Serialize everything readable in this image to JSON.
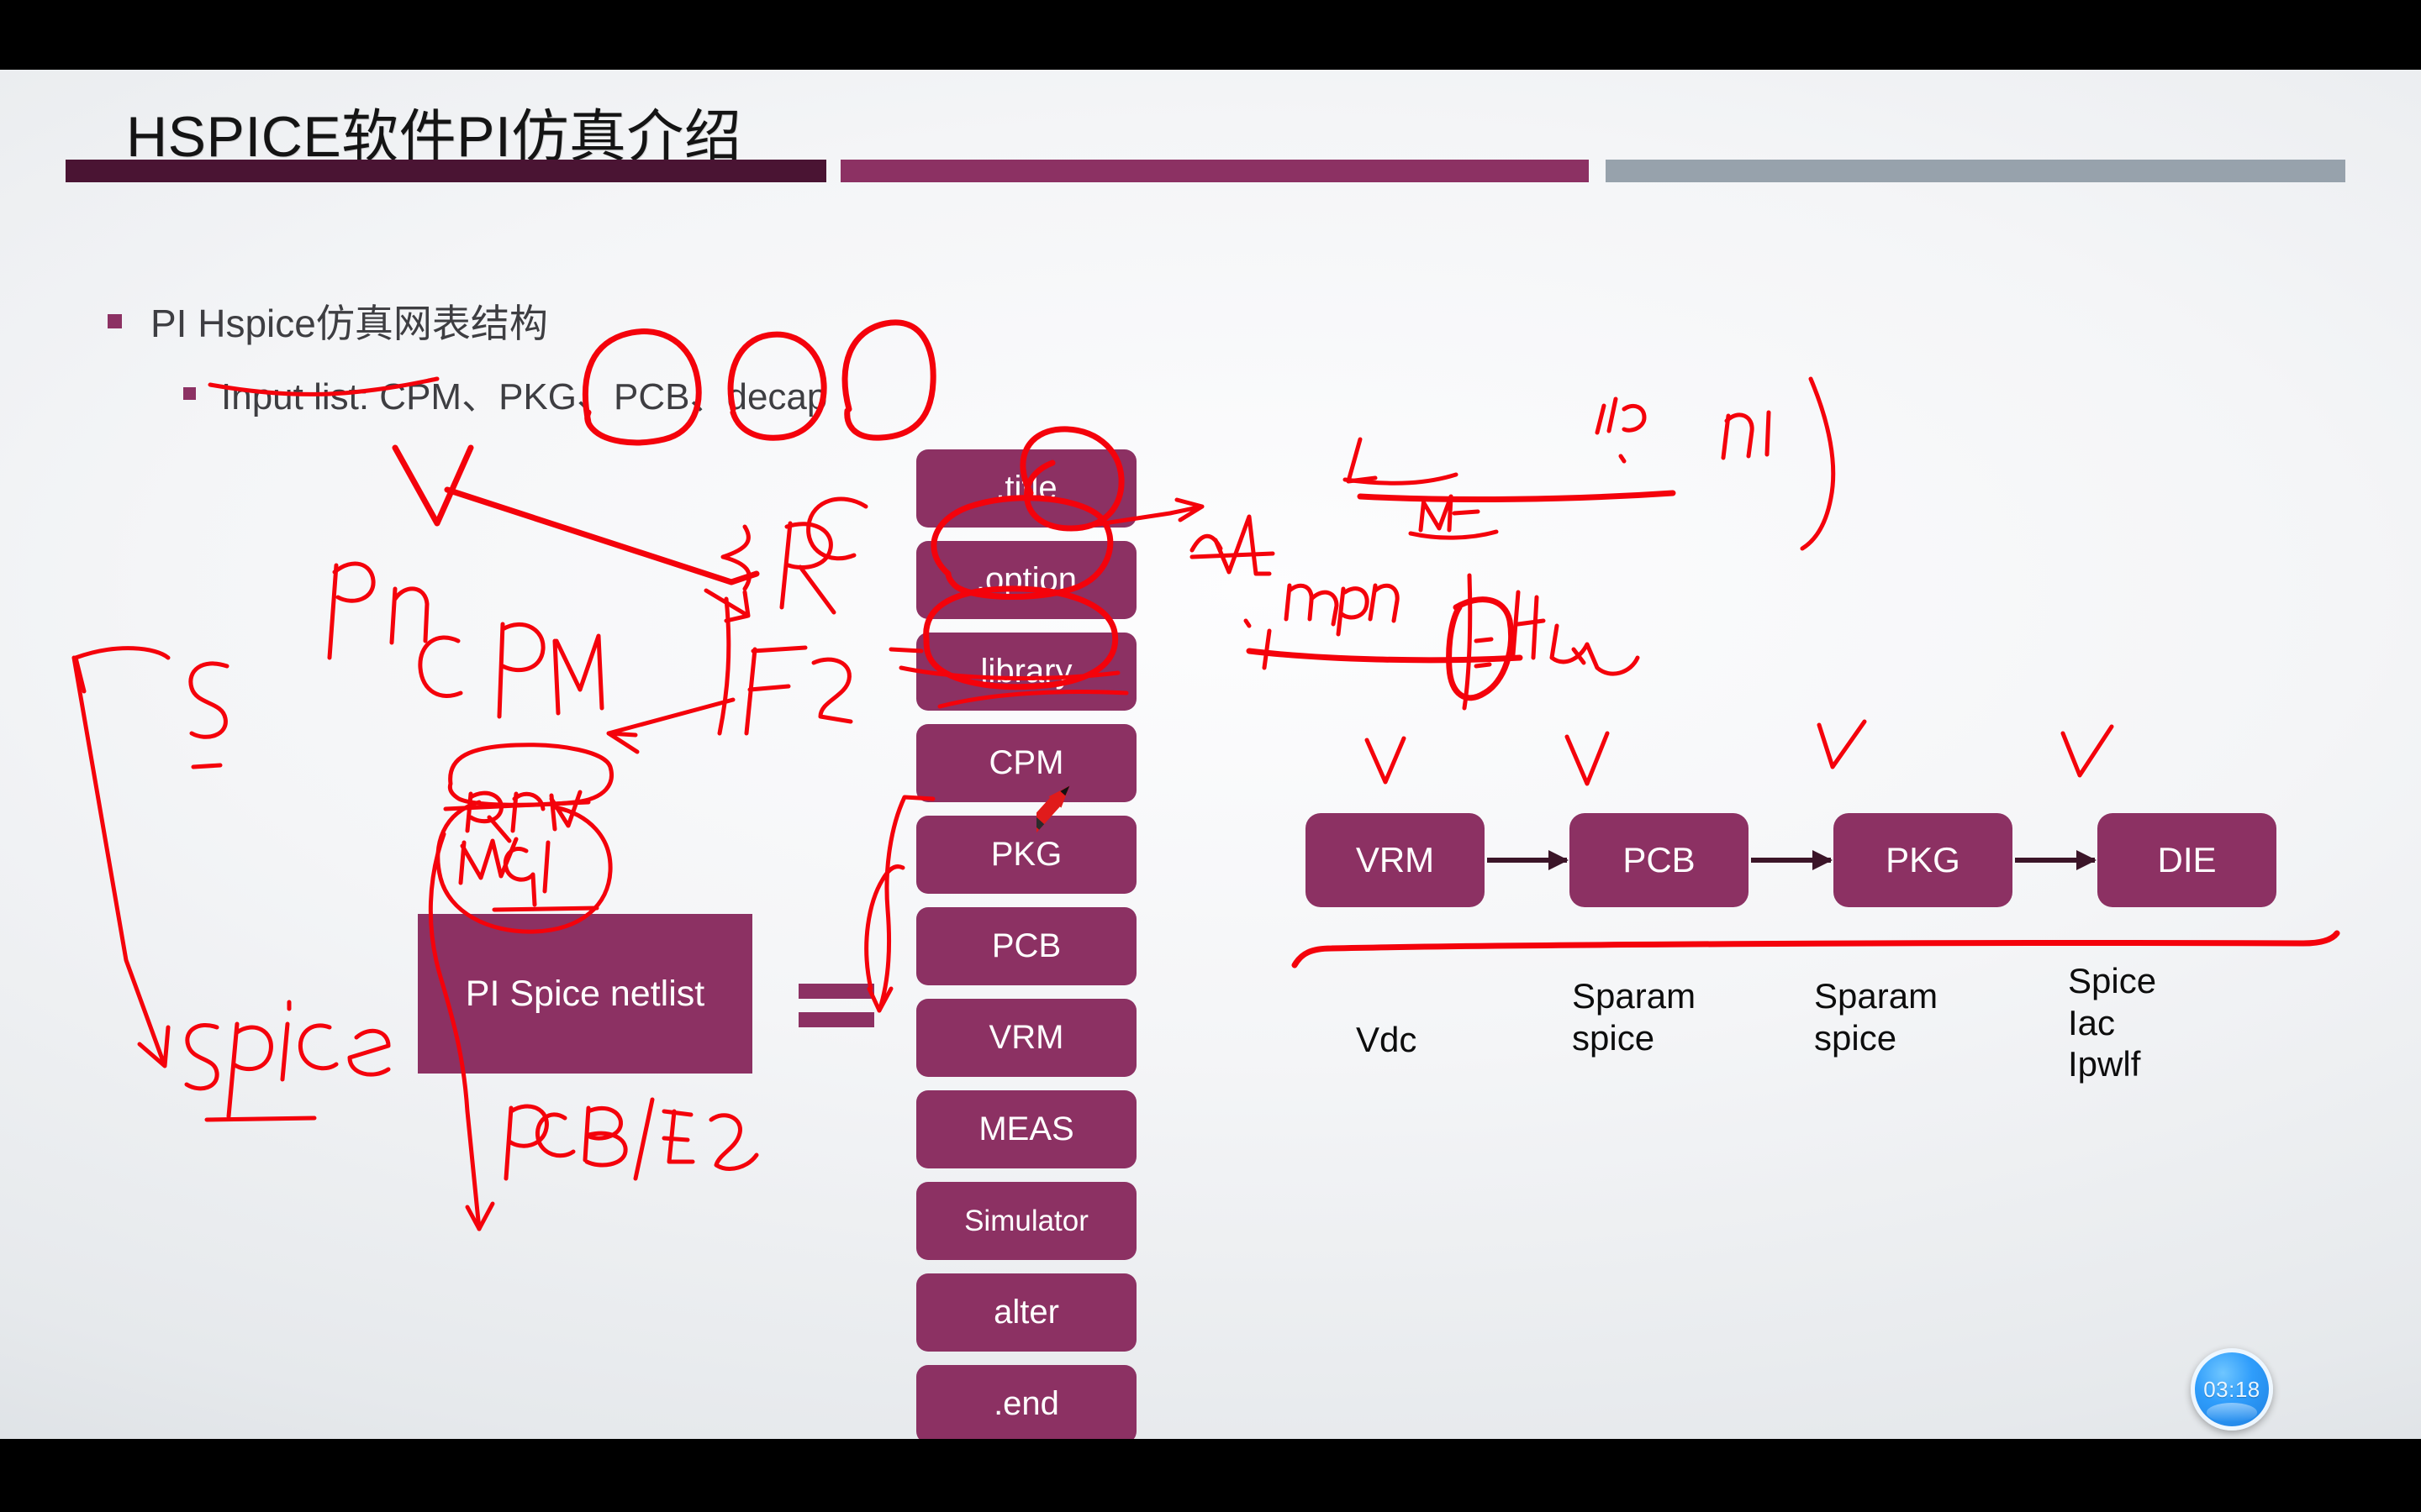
{
  "slide": {
    "title": "HSPICE软件PI仿真介绍",
    "accent_dark": "#4a1433",
    "accent_mid": "#8c3163",
    "accent_gray": "#97a2ac",
    "ink_color": "#f4020b"
  },
  "bullets": [
    {
      "level": 1,
      "text": "PI Hspice仿真网表结构"
    },
    {
      "level": 2,
      "text": "Input list: CPM、PKG、PCB、decap"
    }
  ],
  "netlist": {
    "box_label": "PI Spice netlist",
    "equals_symbol": "=",
    "sections": [
      {
        "label": ".title"
      },
      {
        "label": ".option"
      },
      {
        "label": "library"
      },
      {
        "label": "CPM"
      },
      {
        "label": "PKG"
      },
      {
        "label": "PCB"
      },
      {
        "label": "VRM"
      },
      {
        "label": "MEAS"
      },
      {
        "label": "Simulator"
      },
      {
        "label": "alter"
      },
      {
        "label": ".end"
      }
    ]
  },
  "flow": {
    "nodes": [
      {
        "label": "VRM",
        "caption": "Vdc"
      },
      {
        "label": "PCB",
        "caption": "Sparam\nspice"
      },
      {
        "label": "PKG",
        "caption": "Sparam\nspice"
      },
      {
        "label": "DIE",
        "caption": "Spice\nIac\nIpwlf"
      }
    ],
    "captions": {
      "vrm": "Vdc",
      "pcb_line1": "Sparam",
      "pcb_line2": "spice",
      "pkg_line1": "Sparam",
      "pkg_line2": "spice",
      "die_line1": "Spice",
      "die_line2": "Iac",
      "die_line3": "Ipwlf"
    }
  },
  "timer": {
    "value": "03:18"
  },
  "cursor": {
    "type": "red-pen"
  }
}
